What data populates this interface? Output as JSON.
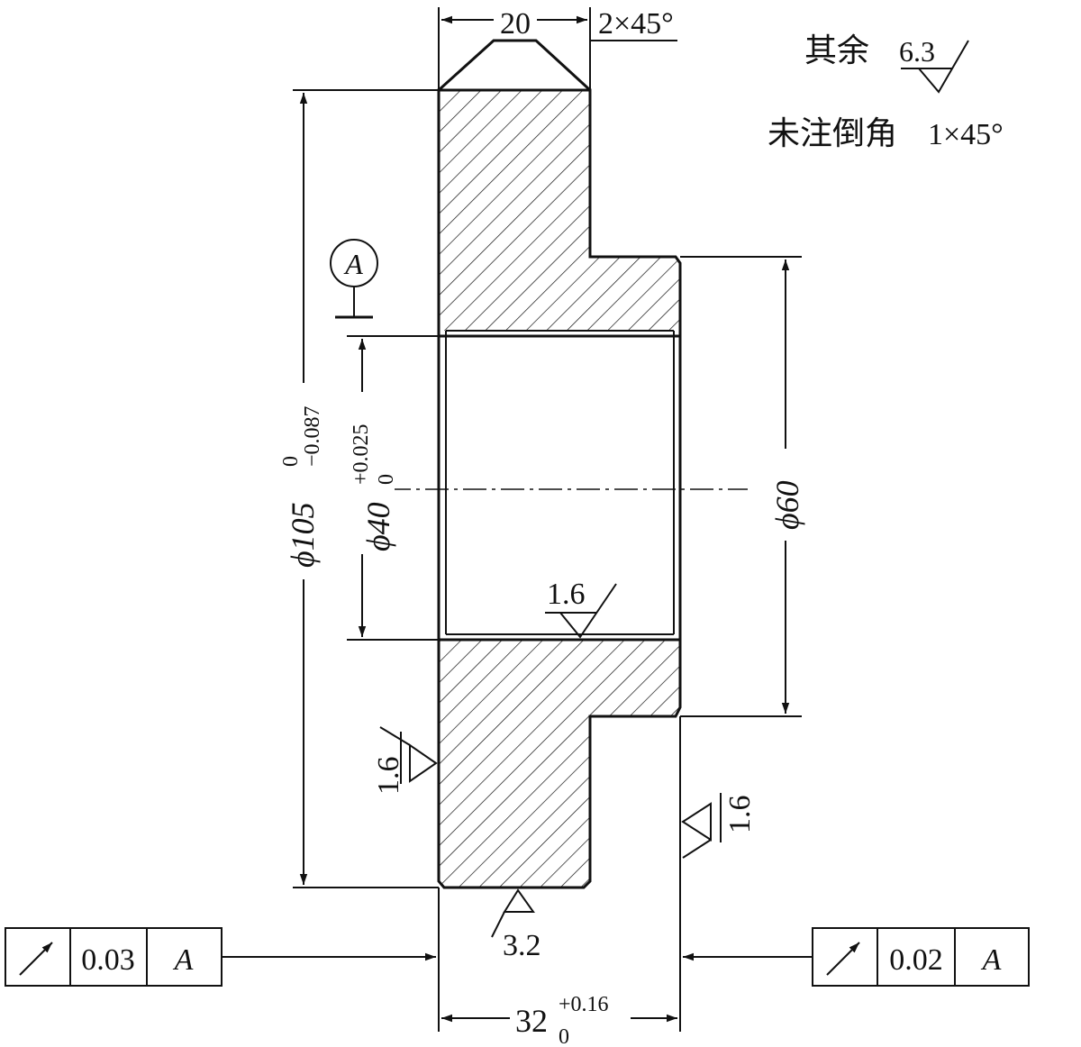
{
  "notes": {
    "rest_prefix": "其余",
    "rest_value": "6.3",
    "chamfer_note_prefix": "未注倒角",
    "chamfer_note_value": "1×45°"
  },
  "dimensions": {
    "width_top": "20",
    "chamfer_top": "2×45°",
    "dia_outer": "ϕ105",
    "dia_outer_tol_upper": "0",
    "dia_outer_tol_lower": "−0.087",
    "dia_bore": "ϕ40",
    "dia_bore_tol_upper": "+0.025",
    "dia_bore_tol_lower": "0",
    "dia_hub": "ϕ60",
    "overall_length": "32",
    "overall_tol_upper": "+0.16",
    "overall_tol_lower": "0"
  },
  "datum": {
    "label": "A"
  },
  "roughness": {
    "bore": "1.6",
    "left_face": "1.6",
    "right_face": "1.6",
    "bottom": "3.2"
  },
  "tolerance_frames": {
    "left": {
      "symbol": "runout-arrow-icon",
      "value": "0.03",
      "datum": "A"
    },
    "right": {
      "symbol": "runout-arrow-icon",
      "value": "0.02",
      "datum": "A"
    }
  },
  "colors": {
    "ink": "#111111",
    "paper": "#ffffff"
  }
}
